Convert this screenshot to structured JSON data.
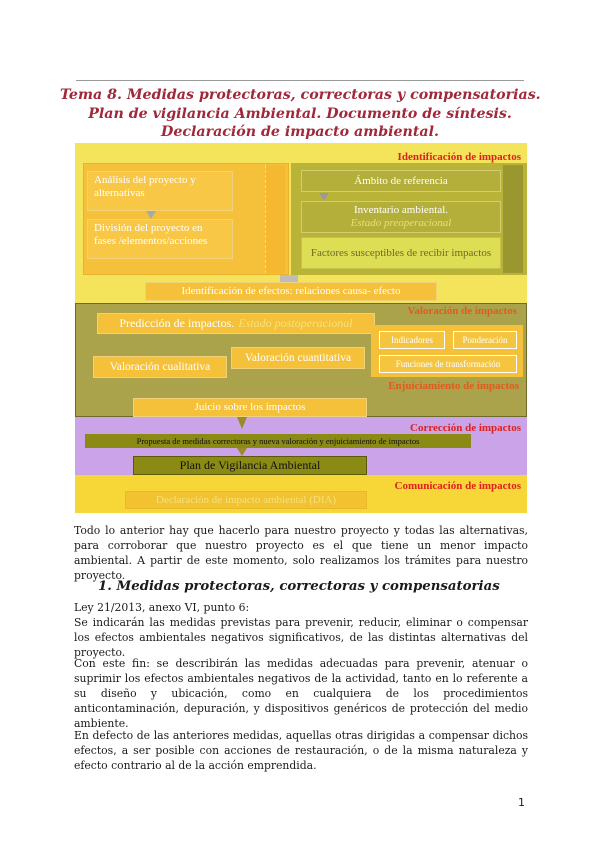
{
  "title": {
    "line1": "Tema 8. Medidas protectoras, correctoras y compensatorias.",
    "line2": "Plan de vigilancia Ambiental. Documento de síntesis.",
    "line3": "Declaración de impacto ambiental."
  },
  "diagram": {
    "identificacion_label": "Identificación de impactos",
    "analisis": "Análisis del proyecto y alternativas",
    "division": "División del proyecto en fases /elementos/acciones",
    "ambito": "Ámbito de referencia",
    "inventario": "Inventario ambiental.",
    "inventario_sub": "Estado preoperacional",
    "factores": "Factores susceptibles de recibir impactos",
    "efectos": "Identificación de efectos: relaciones causa- efecto",
    "valoracion_label": "Valoración de impactos",
    "prediccion": "Predicción de impactos.",
    "prediccion_sub": "Estado postoperacional",
    "indicadores": "Indicadores",
    "ponderacion": "Ponderación",
    "funciones": "Funciones de transformación",
    "cualitativa": "Valoración cualitativa",
    "cuantitativa": "Valoración cuantitativa",
    "enjuiciamiento_label": "Enjuiciamiento de impactos",
    "juicio": "Juicio sobre los impactos",
    "correccion_label": "Corrección de impactos",
    "propuesta": "Propuesta de medidas correctoras y nueva valoración y enjuiciamiento de impactos",
    "plan": "Plan de Vigilancia Ambiental",
    "comunicacion_label": "Comunicación de impactos",
    "dia": "Declaración de impacto ambiental (DIA)"
  },
  "body": {
    "para1": "Todo lo anterior hay que hacerlo para nuestro proyecto y todas las alternativas, para corroborar que nuestro proyecto es el que tiene un menor impacto ambiental. A partir de este momento, solo realizamos los trámites para nuestro proyecto.",
    "section_heading": "1.  Medidas protectoras, correctoras y compensatorias",
    "law_ref": "Ley 21/2013, anexo VI, punto 6:",
    "para2": "Se indicarán las medidas previstas para prevenir, reducir, eliminar o compensar los efectos ambientales negativos significativos, de las distintas alternativas del proyecto.",
    "para3": "Con este fin: se describirán las medidas adecuadas para prevenir, atenuar o suprimir los efectos ambientales negativos de la actividad, tanto en lo referente a su diseño y ubicación, como en cualquiera de los procedimientos anticontaminación, depuración, y dispositivos genéricos de protección del medio ambiente.",
    "para4": "En defecto de las anteriores medidas, aquellas otras dirigidas a compensar dichos efectos, a ser posible con acciones de restauración, o de la misma naturaleza y efecto contrario al de la acción emprendida."
  },
  "page_number": "1",
  "colors": {
    "title": "#a0283a",
    "identificacion_bg": "#f2e35a",
    "valoracion_bg": "#a8a14a",
    "correccion_bg": "#c9a0e6",
    "comunicacion_bg": "#f7d437",
    "box_orange": "#f6c13a",
    "box_olive": "#b2ad3c",
    "label_red": "#e0201c"
  }
}
